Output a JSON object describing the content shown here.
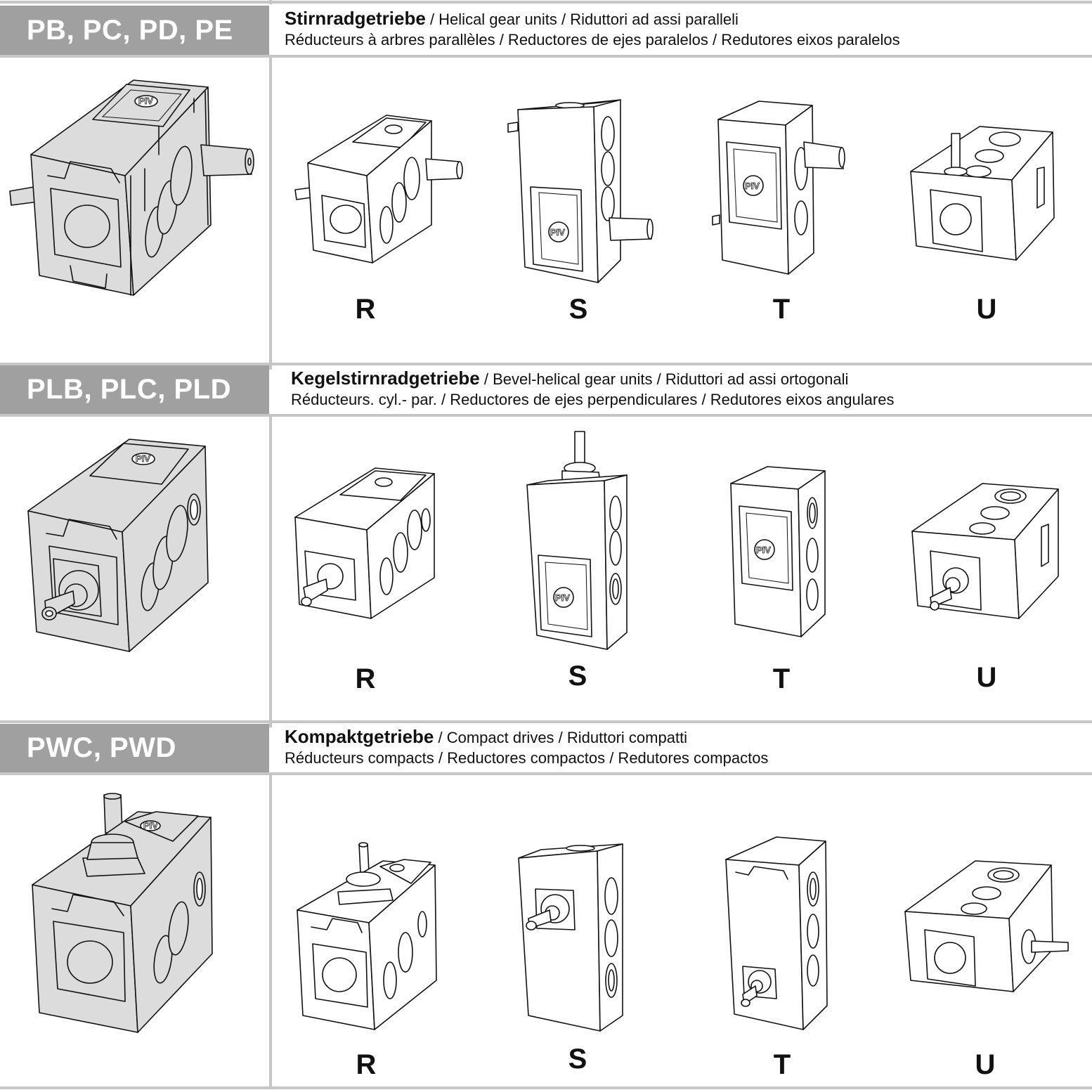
{
  "colors": {
    "rule": "#c6c6c6",
    "code_box_bg": "#a0a0a0",
    "code_box_text": "#ffffff",
    "hero_fill": "#dcdcdc",
    "line_art": "#111111"
  },
  "sections": [
    {
      "codes": "PB, PC, PD, PE",
      "title_de": "Stirnradgetriebe",
      "title_rest_line1": " / Helical gear units / Riduttori ad assi paralleli",
      "title_line2": "Réducteurs à arbres parallèles / Reductores de ejes paralelos / Redutores eixos paralelos",
      "hero_icon": "helical-gearbox-icon",
      "variants": [
        {
          "label": "R",
          "icon": "helical-gearbox-horizontal-icon"
        },
        {
          "label": "S",
          "icon": "helical-gearbox-vertical-icon"
        },
        {
          "label": "T",
          "icon": "helical-gearbox-vertical-shaft-up-icon"
        },
        {
          "label": "U",
          "icon": "helical-gearbox-shaft-top-icon"
        }
      ]
    },
    {
      "codes": "PLB, PLC, PLD",
      "title_de": "Kegelstirnradgetriebe",
      "title_rest_line1": " / Bevel-helical gear units / Riduttori ad assi ortogonali",
      "title_line2": "Réducteurs. cyl.- par. / Reductores de ejes perpendiculares / Redutores eixos angulares",
      "hero_icon": "bevel-helical-gearbox-icon",
      "variants": [
        {
          "label": "R",
          "icon": "bevel-gearbox-horizontal-icon"
        },
        {
          "label": "S",
          "icon": "bevel-gearbox-vertical-shaft-top-icon"
        },
        {
          "label": "T",
          "icon": "bevel-gearbox-vertical-icon"
        },
        {
          "label": "U",
          "icon": "bevel-gearbox-flat-icon"
        }
      ]
    },
    {
      "codes": "PWC, PWD",
      "title_de": "Kompaktgetriebe",
      "title_rest_line1": " / Compact drives / Riduttori compatti",
      "title_line2": "Réducteurs compacts / Reductores compactos / Redutores compactos",
      "hero_icon": "compact-gearbox-icon",
      "variants": [
        {
          "label": "R",
          "icon": "compact-gearbox-horizontal-icon"
        },
        {
          "label": "S",
          "icon": "compact-gearbox-vertical-side-shaft-icon"
        },
        {
          "label": "T",
          "icon": "compact-gearbox-vertical-bottom-shaft-icon"
        },
        {
          "label": "U",
          "icon": "compact-gearbox-flat-side-shaft-icon"
        }
      ]
    }
  ],
  "logo_text": "PIV"
}
